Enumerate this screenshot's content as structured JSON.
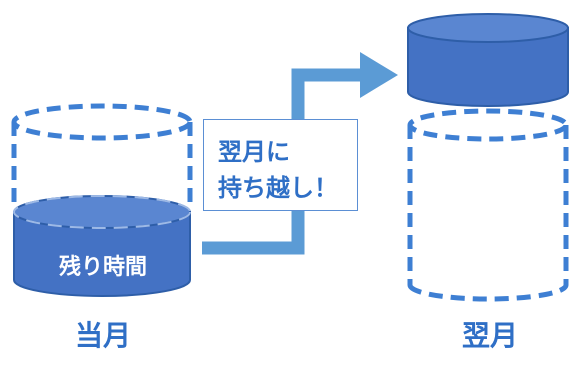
{
  "labels": {
    "current_month": "当月",
    "next_month": "翌月",
    "remaining_time": "残り時間"
  },
  "callout": {
    "line1": "翌月に",
    "line2": "持ち越し！"
  },
  "colors": {
    "accent_blue": "#2f6fc6",
    "dashed_outline": "#3e7fd3",
    "cylinder_fill": "#4472c4",
    "cylinder_edge": "#2e5ea8",
    "arrow": "#5b9bd5",
    "white": "#ffffff"
  }
}
